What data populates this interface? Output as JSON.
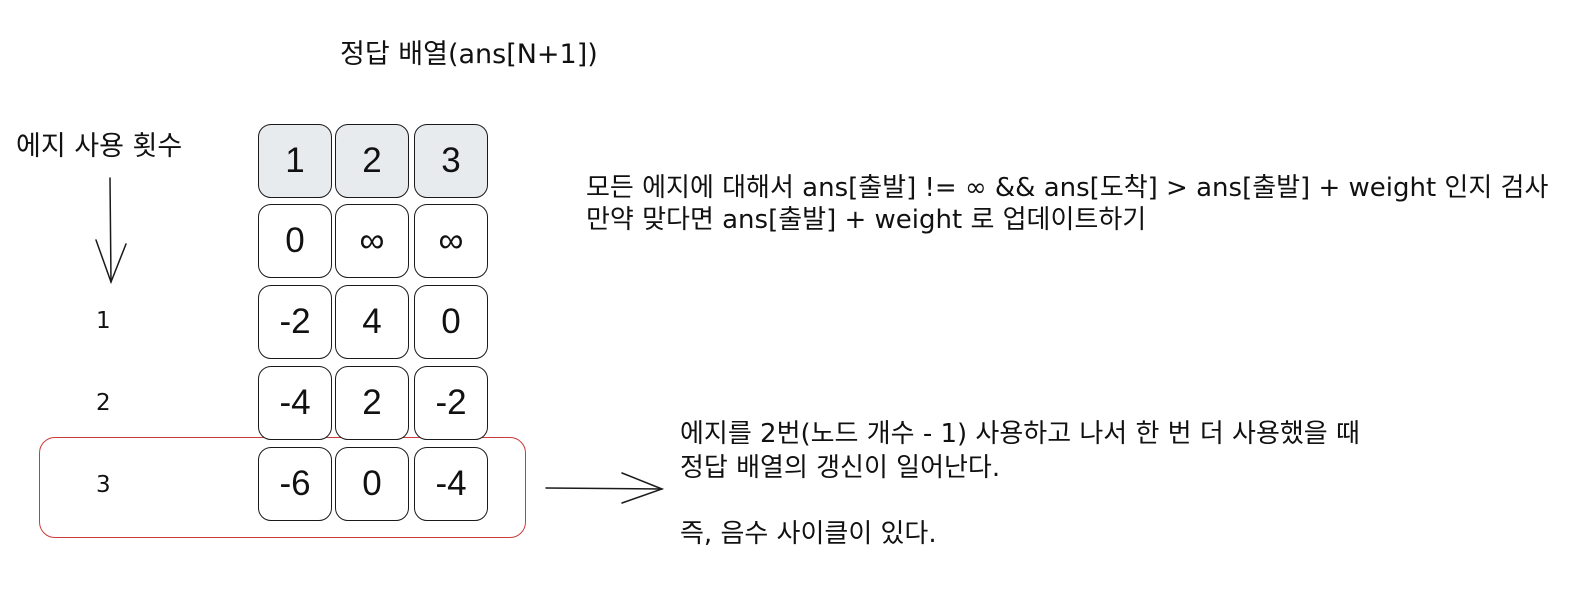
{
  "title": "정답 배열(ans[N+1])",
  "axis_label": "에지 사용 횟수",
  "header_row": [
    "1",
    "2",
    "3"
  ],
  "rows": [
    {
      "label": "",
      "cells": [
        "0",
        "∞",
        "∞"
      ]
    },
    {
      "label": "1",
      "cells": [
        "-2",
        "4",
        "0"
      ]
    },
    {
      "label": "2",
      "cells": [
        "-4",
        "2",
        "-2"
      ]
    },
    {
      "label": "3",
      "cells": [
        "-6",
        "0",
        "-4"
      ]
    }
  ],
  "notes": {
    "rule_line1": "모든 에지에 대해서 ans[출발] != ∞ && ans[도착] > ans[출발] + weight 인지 검사",
    "rule_line2": "만약 맞다면 ans[출발] + weight 로 업데이트하기",
    "cycle_line1": "에지를 2번(노드 개수 - 1) 사용하고 나서 한 번 더 사용했을 때",
    "cycle_line2": "정답 배열의 갱신이 일어난다.",
    "cycle_line3": "즉, 음수 사이클이 있다."
  },
  "colors": {
    "header_cell_bg": "#e8ebee",
    "highlight_border": "#cc3b3b",
    "stroke": "#1a1a1a"
  }
}
